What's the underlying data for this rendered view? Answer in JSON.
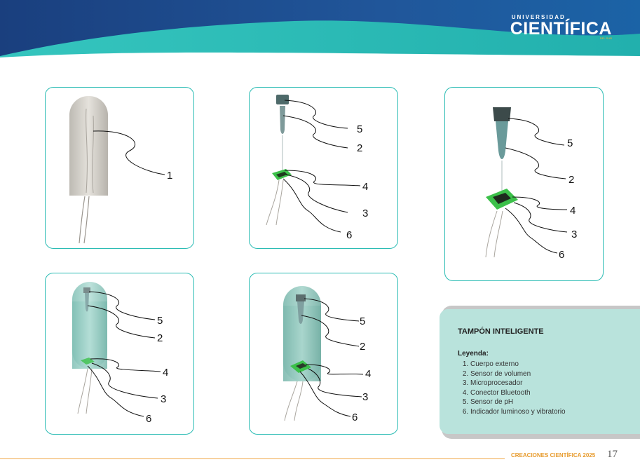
{
  "header": {
    "logo_top": "UNIVERSIDAD",
    "logo_main": "CIENTÍFICA",
    "logo_sub": "DEL SUR"
  },
  "figures": {
    "fig1": {
      "labels": [
        "1"
      ]
    },
    "fig2": {
      "labels": [
        "5",
        "2",
        "4",
        "3",
        "6"
      ]
    },
    "fig3": {
      "labels": [
        "5",
        "2",
        "4",
        "3",
        "6"
      ]
    },
    "fig4": {
      "labels": [
        "5",
        "2",
        "4",
        "3",
        "6"
      ]
    },
    "fig5": {
      "labels": [
        "5",
        "2",
        "4",
        "3",
        "6"
      ]
    }
  },
  "legend": {
    "title": "TAMPÓN INTELIGENTE",
    "subtitle": "Leyenda:",
    "items": [
      "Cuerpo externo",
      "Sensor de volumen",
      "Microprocesador",
      "Conector Bluetooth",
      "Sensor de pH",
      "Indicador luminoso y vibratorio"
    ]
  },
  "footer": {
    "text": "CREACIONES CIENTÍFICA 2025",
    "page": "17"
  },
  "colors": {
    "header_dark": "#1d4e8f",
    "header_teal": "#2bbcb4",
    "panel_border": "#2bbcb4",
    "legend_bg": "#b9e3dc",
    "footer_orange": "#e79a2b",
    "chip_green": "#3cc04a"
  }
}
